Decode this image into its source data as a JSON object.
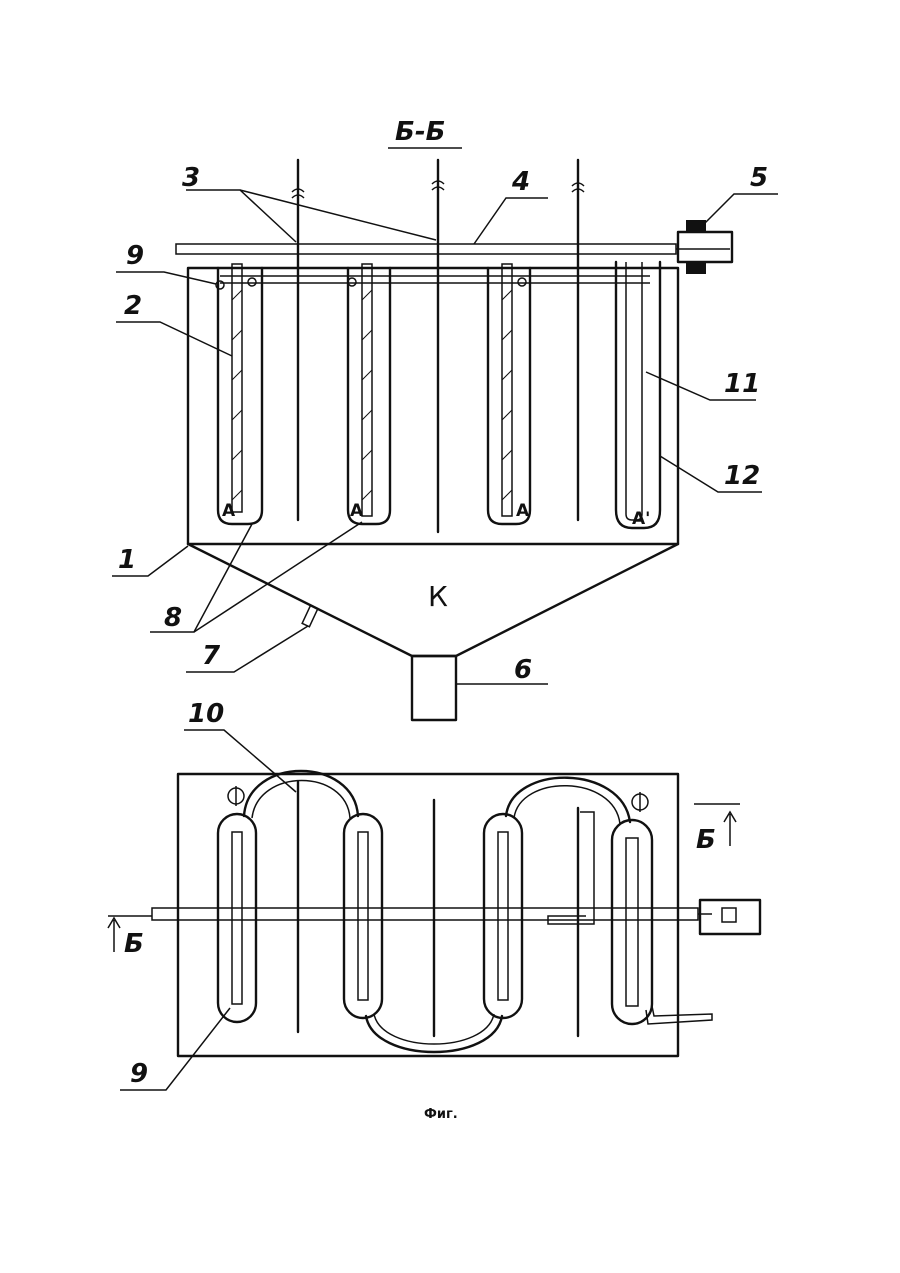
{
  "figure": {
    "section_title": "Б-Б",
    "caption": "Фиг.",
    "labels": {
      "n1": "1",
      "n2": "2",
      "n3": "3",
      "n4": "4",
      "n5": "5",
      "n6": "6",
      "n7": "7",
      "n8": "8",
      "n9_top": "9",
      "n9_bottom": "9",
      "n10": "10",
      "n11": "11",
      "n12": "12",
      "k": "К"
    },
    "electrode_marks": [
      "A",
      "A",
      "A",
      "A'"
    ],
    "section_marks": {
      "left": "Б",
      "right": "Б"
    }
  }
}
